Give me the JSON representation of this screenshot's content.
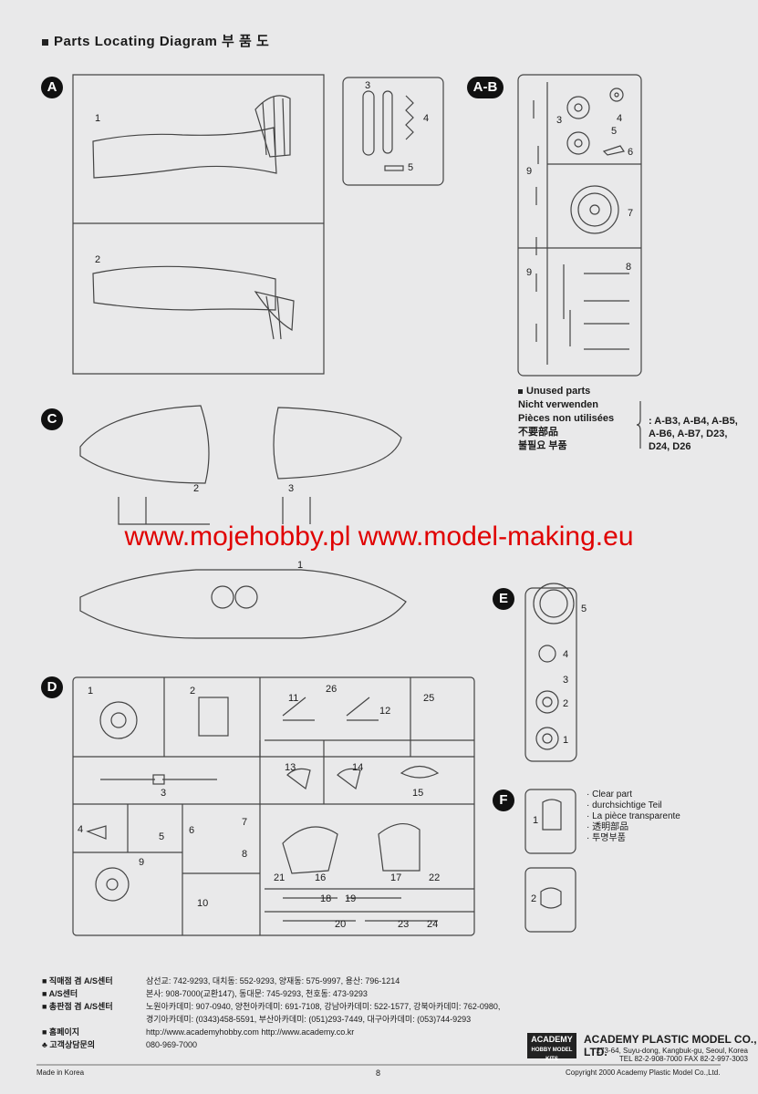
{
  "title": "Parts Locating Diagram 부 품 도",
  "badges": {
    "a": "A",
    "ab": "A-B",
    "c": "C",
    "d": "D",
    "e": "E",
    "f": "F"
  },
  "panel_a": {
    "p1": "1",
    "p2": "2",
    "p3": "3",
    "p4": "4",
    "p5": "5"
  },
  "panel_ab": {
    "p3": "3",
    "p4": "4",
    "p5": "5",
    "p6": "6",
    "p7": "7",
    "p8": "8",
    "p9a": "9",
    "p9b": "9"
  },
  "unused": {
    "l1": "Unused parts",
    "l2": "Nicht verwenden",
    "l3": "Pièces non utilisées",
    "l4": "不要部品",
    "l5": "불필요 부품",
    "list": ": A-B3, A-B4, A-B5, A-B6, A-B7, D23, D24, D26"
  },
  "panel_c": {
    "p1": "1",
    "p2": "2",
    "p3": "3"
  },
  "watermark": "www.mojehobby.pl www.model-making.eu",
  "panel_e": {
    "p1": "1",
    "p2": "2",
    "p3": "3",
    "p4": "4",
    "p5": "5"
  },
  "panel_d": {
    "p1": "1",
    "p2": "2",
    "p3": "3",
    "p4": "4",
    "p5": "5",
    "p6": "6",
    "p7": "7",
    "p8": "8",
    "p9": "9",
    "p10": "10",
    "p11": "11",
    "p12": "12",
    "p13": "13",
    "p14": "14",
    "p15": "15",
    "p16": "16",
    "p17": "17",
    "p18": "18",
    "p19": "19",
    "p20": "20",
    "p21": "21",
    "p22": "22",
    "p23": "23",
    "p24": "24",
    "p25": "25",
    "p26": "26"
  },
  "panel_f": {
    "p1": "1",
    "p2": "2"
  },
  "clear_part": {
    "l1": "· Clear part",
    "l2": "· durchsichtige Teil",
    "l3": "· La pièce transparente",
    "l4": "· 透明部品",
    "l5": "· 투명부품"
  },
  "footer": {
    "left": [
      "■ 직매점 겸 A/S센터",
      "■ A/S센터",
      "■ 총판점 겸 A/S센터",
      "",
      "■ 홈페이지",
      "♣ 고객상담문의"
    ],
    "right": [
      "삼선교: 742-9293, 대치동: 552-9293, 양재동: 575-9997, 용산: 796-1214",
      "본사: 908-7000(교환147), 동대문: 745-9293, 천호동: 473-9293",
      "노원아카데미: 907-0940, 양천아카데미: 691-7108, 강남아카데미: 522-1577, 강북아카데미: 762-0980,",
      "경기아카데미: (0343)458-5591, 부산아카데미: (051)293-7449, 대구아카데미: (053)744-9293",
      "http://www.academyhobby.com        http://www.academy.co.kr",
      "080-969-7000"
    ],
    "logo": "ACADEMY",
    "logo_sub": "HOBBY MODEL KITS",
    "company": "ACADEMY PLASTIC MODEL CO., LTD.",
    "address": "273-64, Suyu-dong, Kangbuk-gu, Seoul, Korea",
    "tel": "TEL 82-2-908-7000  FAX 82-2-997-3003",
    "made_in": "Made in Korea",
    "page": "8",
    "copyright": "Copyright 2000 Academy Plastic Model Co.,Ltd."
  }
}
